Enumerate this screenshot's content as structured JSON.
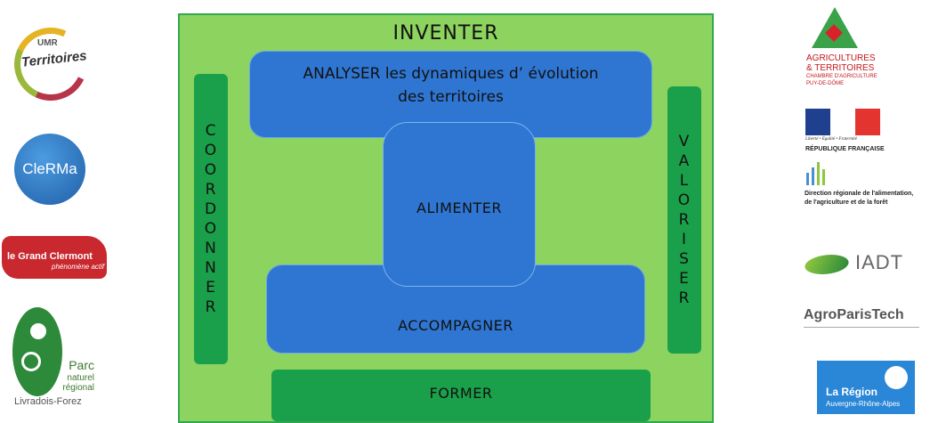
{
  "diagram": {
    "top": "INVENTER",
    "analyser_line1": "ANALYSER les dynamiques d’ évolution",
    "analyser_line2": "des territoires",
    "center": "ALIMENTER",
    "accompagner": "ACCOMPAGNER",
    "bottom": "FORMER",
    "left_letters": [
      "C",
      "O",
      "O",
      "R",
      "D",
      "O",
      "N",
      "N",
      "E",
      "R"
    ],
    "right_letters": [
      "V",
      "A",
      "L",
      "O",
      "R",
      "I",
      "S",
      "E",
      "R"
    ]
  },
  "logos_left": {
    "umr_top": "UMR",
    "umr_main": "Territoires",
    "clerma": "CleRMa",
    "grand_clermont": "le Grand Clermont",
    "grand_clermont_tag": "phénomène actif",
    "parc_1": "Parc",
    "parc_2": "naturel",
    "parc_3": "régional",
    "parc_4": "Livradois-Forez"
  },
  "logos_right": {
    "agri_1": "AGRICULTURES",
    "agri_2": "& TERRITOIRES",
    "agri_3": "CHAMBRE D'AGRICULTURE",
    "agri_4": "PUY-DE-DÔME",
    "rf_motto": "Liberté • Égalité • Fraternité",
    "rf_name": "RÉPUBLIQUE FRANÇAISE",
    "draaf_1": "Direction régionale de l'alimentation,",
    "draaf_2": "de l'agriculture et de la forêt",
    "iadt": "IADT",
    "agroparistech": "AgroParisTech",
    "region_1": "La Région",
    "region_2": "Auvergne-Rhône-Alpes"
  },
  "colors": {
    "frame": "#8dd35f",
    "bars": "#1aa04a",
    "blue": "#2f76d2"
  }
}
